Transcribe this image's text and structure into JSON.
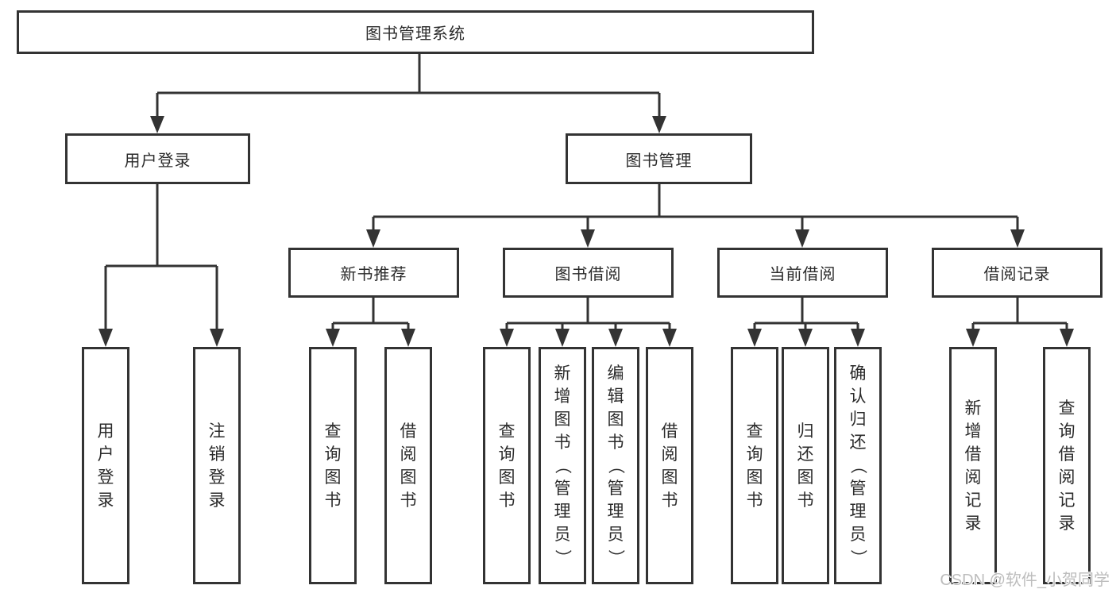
{
  "diagram": {
    "root": "图书管理系统",
    "branches": {
      "user": {
        "label": "用户登录",
        "children": [
          "用户登录",
          "注销登录"
        ]
      },
      "management": {
        "label": "图书管理",
        "sections": {
          "recommend": {
            "label": "新书推荐",
            "children": [
              "查询图书",
              "借阅图书"
            ]
          },
          "borrow": {
            "label": "图书借阅",
            "children": [
              "查询图书",
              "新增图书（管理员）",
              "编辑图书（管理员）",
              "借阅图书"
            ]
          },
          "current": {
            "label": "当前借阅",
            "children": [
              "查询图书",
              "归还图书",
              "确认归还（管理员）"
            ]
          },
          "records": {
            "label": "借阅记录",
            "children": [
              "新增借阅记录",
              "查询借阅记录"
            ]
          }
        }
      }
    },
    "watermark": "CSDN @软件_小贺同学",
    "colors": {
      "line": "#333333",
      "box_fill": "#ffffff",
      "text": "#2b2b2b",
      "watermark": "#bdbdbd"
    }
  }
}
